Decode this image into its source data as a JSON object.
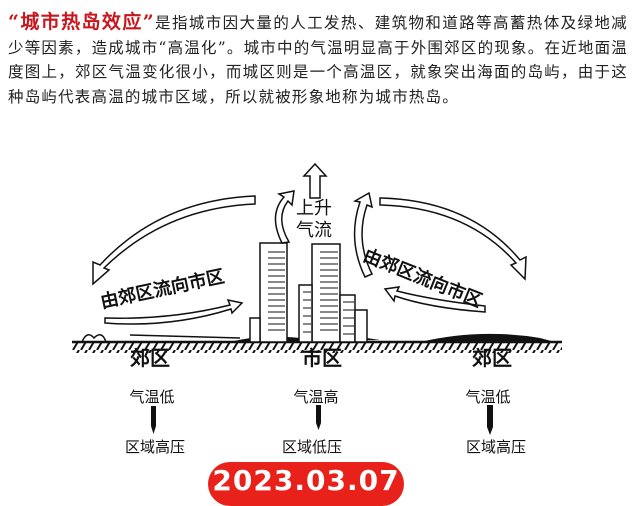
{
  "paragraph": {
    "highlight": "“城市热岛效应”",
    "body": "是指城市因大量的人工发热、建筑物和道路等高蓄热体及绿地减少等因素，造成城市“高温化”。城市中的气温明显高于外围郊区的现象。在近地面温度图上，郊区气温变化很小，而城区则是一个高温区，就象突出海面的岛屿，由于这种岛屿代表高温的城市区域，所以就被形象地称为城市热岛。"
  },
  "diagram": {
    "rising_air_1": "上升",
    "rising_air_2": "气流",
    "left_flow": "由郊区流向市区",
    "right_flow": "由郊区流向市区",
    "zones": [
      {
        "name": "郊区",
        "temp": "气温低",
        "pressure": "区域高压"
      },
      {
        "name": "市区",
        "temp": "气温高",
        "pressure": "区域低压"
      },
      {
        "name": "郊区",
        "temp": "气温低",
        "pressure": "区域高压"
      }
    ]
  },
  "date_badge": "2023.03.07",
  "colors": {
    "highlight": "#c8161d",
    "badge": "#e8221b"
  }
}
